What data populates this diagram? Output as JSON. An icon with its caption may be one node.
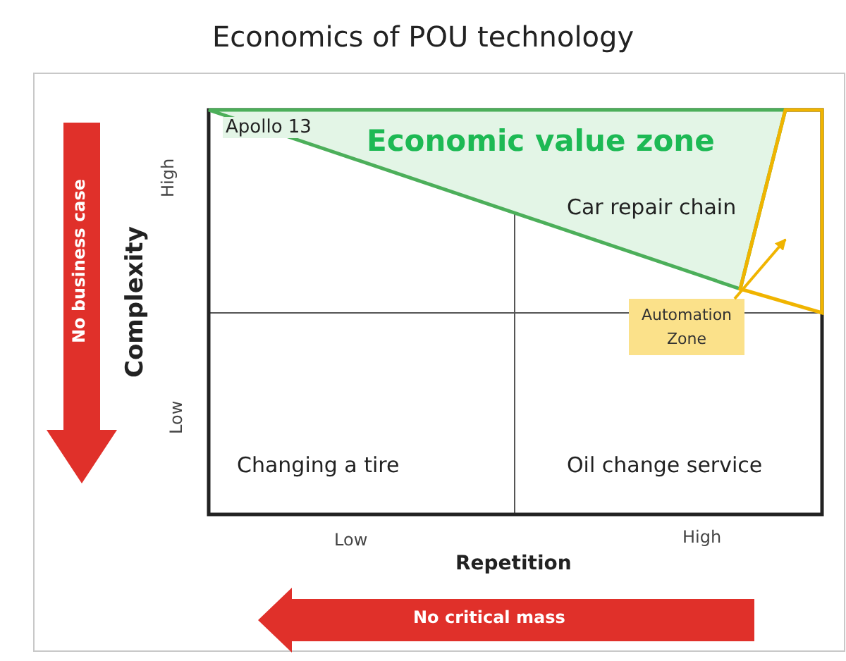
{
  "diagram": {
    "title": "Economics of POU technology",
    "nodes": [
      {
        "text": [
          "Economic value zone",
          "Car repair chain"
        ]
      },
      {
        "text": [
          "Automation Zone"
        ]
      },
      {
        "text": [
          "No business case"
        ]
      },
      {
        "text": [
          "No critical mass"
        ]
      },
      {
        "text": [],
        "shape": "box"
      }
    ],
    "edges": [
      {
        "from": 1,
        "to": 4,
        "arrow": "to"
      }
    ],
    "labels": [
      "Apollo 13",
      "High",
      "Complexity",
      "Low",
      "Changing a tire",
      "Oil change service",
      "Low",
      "High",
      "Repetition"
    ]
  }
}
